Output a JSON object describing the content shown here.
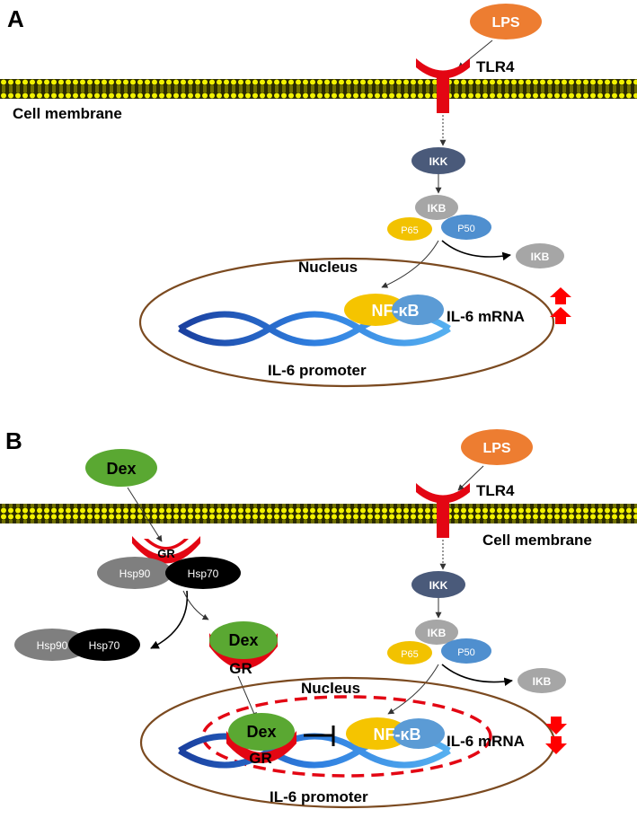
{
  "panelA": {
    "label": "A",
    "lps": "LPS",
    "tlr4": "TLR4",
    "membrane": "Cell membrane",
    "ikk": "IKK",
    "ikb": "IKB",
    "p65": "P65",
    "p50": "P50",
    "ikb_released": "IKB",
    "nucleus": "Nucleus",
    "nfkb": "NF-κB",
    "mrna": "IL-6 mRNA",
    "promoter": "IL-6 promoter",
    "effect": "up"
  },
  "panelB": {
    "label": "B",
    "dex": "Dex",
    "gr": "GR",
    "hsp90": "Hsp90",
    "hsp70": "Hsp70",
    "hsp90_released": "Hsp90",
    "hsp70_released": "Hsp70",
    "dex_complex": "Dex",
    "gr_complex": "GR",
    "dex_nuclear": "Dex",
    "gr_nuclear": "GR",
    "lps": "LPS",
    "tlr4": "TLR4",
    "membrane": "Cell membrane",
    "ikk": "IKK",
    "ikb": "IKB",
    "p65": "P65",
    "p50": "P50",
    "ikb_released": "IKB",
    "nucleus": "Nucleus",
    "nfkb": "NF-κB",
    "mrna": "IL-6 mRNA",
    "promoter": "IL-6 promoter",
    "effect": "down"
  },
  "colors": {
    "lps": "#ed7d31",
    "receptor": "#e30613",
    "ikk": "#4a5a7a",
    "ikb": "#a6a6a6",
    "p65": "#f2c200",
    "p50": "#4f8fcf",
    "nfkb_left": "#f5c400",
    "nfkb_right": "#5b9bd5",
    "nucleus": "#7b4a20",
    "dex": "#5aa832",
    "hsp90": "#7f7f7f",
    "hsp70": "#000000",
    "dna": "#1f5fc0",
    "membrane": "#f2f200",
    "arrow_red": "#ff0000"
  }
}
